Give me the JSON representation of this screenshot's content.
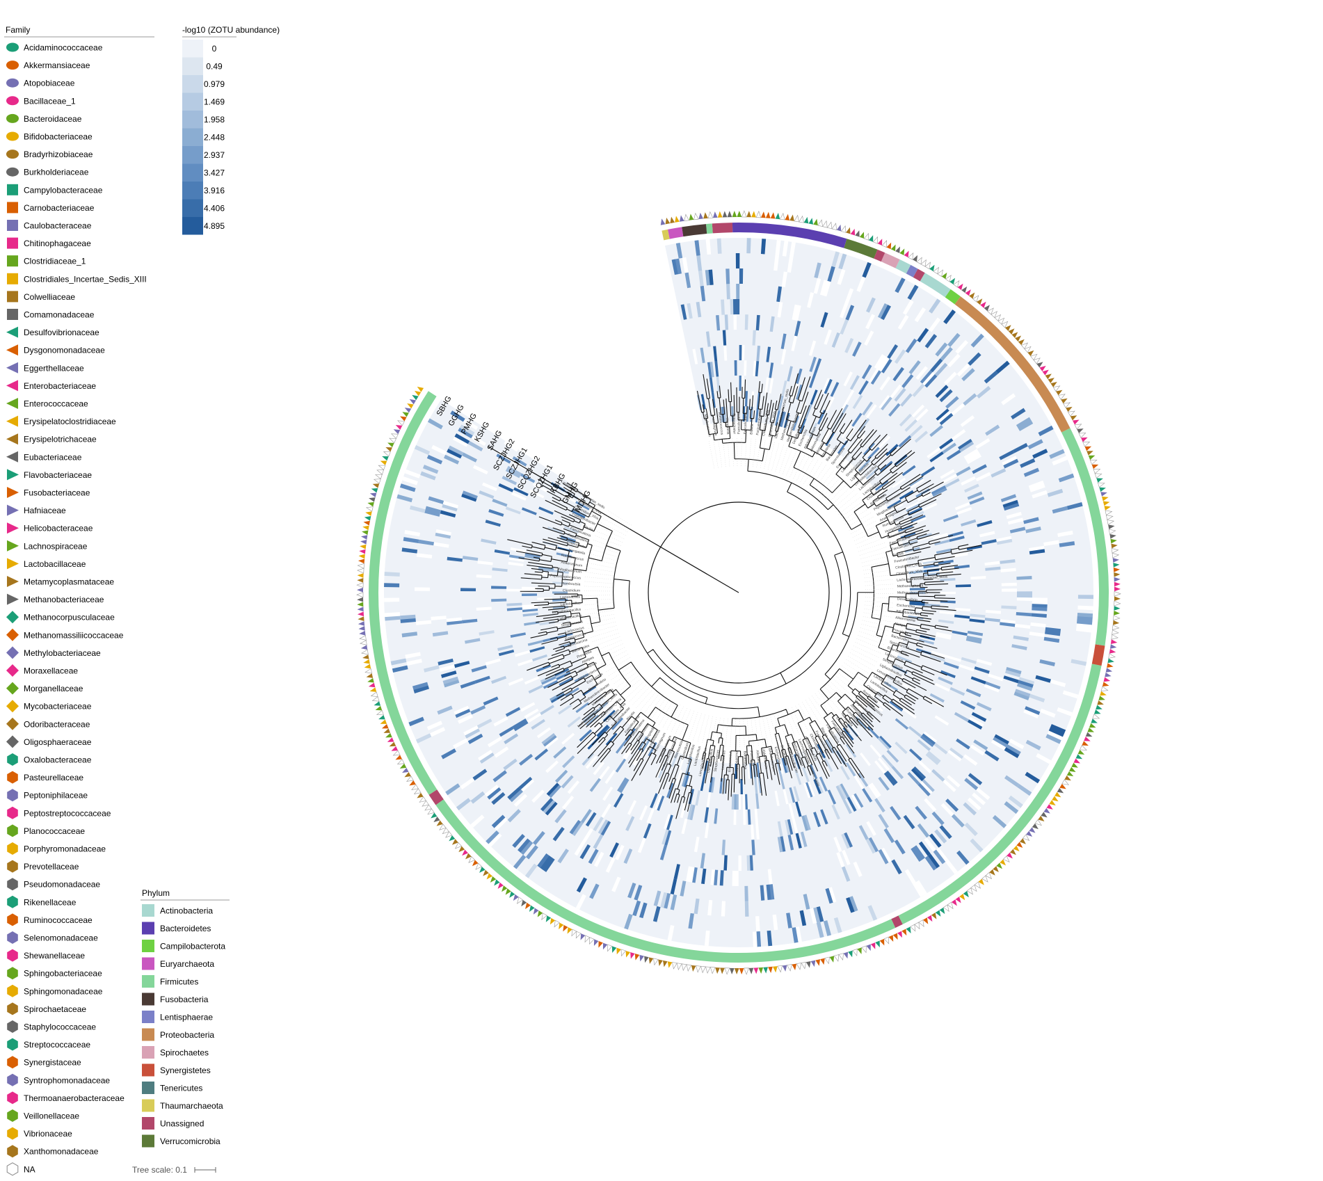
{
  "family_legend": {
    "title": "Family",
    "items": [
      {
        "name": "Acidaminococcaceae",
        "color": "#1b9e77",
        "shape": "ellipse"
      },
      {
        "name": "Akkermansiaceae",
        "color": "#d95f02",
        "shape": "ellipse"
      },
      {
        "name": "Atopobiaceae",
        "color": "#7570b3",
        "shape": "ellipse"
      },
      {
        "name": "Bacillaceae_1",
        "color": "#e7298a",
        "shape": "ellipse"
      },
      {
        "name": "Bacteroidaceae",
        "color": "#66a61e",
        "shape": "ellipse"
      },
      {
        "name": "Bifidobacteriaceae",
        "color": "#e6ab02",
        "shape": "ellipse"
      },
      {
        "name": "Bradyrhizobiaceae",
        "color": "#a6761d",
        "shape": "ellipse"
      },
      {
        "name": "Burkholderiaceae",
        "color": "#666666",
        "shape": "ellipse"
      },
      {
        "name": "Campylobacteraceae",
        "color": "#1b9e77",
        "shape": "square"
      },
      {
        "name": "Carnobacteriaceae",
        "color": "#d95f02",
        "shape": "square"
      },
      {
        "name": "Caulobacteraceae",
        "color": "#7570b3",
        "shape": "square"
      },
      {
        "name": "Chitinophagaceae",
        "color": "#e7298a",
        "shape": "square"
      },
      {
        "name": "Clostridiaceae_1",
        "color": "#66a61e",
        "shape": "square"
      },
      {
        "name": "Clostridiales_Incertae_Sedis_XIII",
        "color": "#e6ab02",
        "shape": "square"
      },
      {
        "name": "Colwelliaceae",
        "color": "#a6761d",
        "shape": "square"
      },
      {
        "name": "Comamonadaceae",
        "color": "#666666",
        "shape": "square"
      },
      {
        "name": "Desulfovibrionaceae",
        "color": "#1b9e77",
        "shape": "triangle-left"
      },
      {
        "name": "Dysgonomonadaceae",
        "color": "#d95f02",
        "shape": "triangle-left"
      },
      {
        "name": "Eggerthellaceae",
        "color": "#7570b3",
        "shape": "triangle-left"
      },
      {
        "name": "Enterobacteriaceae",
        "color": "#e7298a",
        "shape": "triangle-left"
      },
      {
        "name": "Enterococcaceae",
        "color": "#66a61e",
        "shape": "triangle-left"
      },
      {
        "name": "Erysipelatoclostridiaceae",
        "color": "#e6ab02",
        "shape": "triangle-left"
      },
      {
        "name": "Erysipelotrichaceae",
        "color": "#a6761d",
        "shape": "triangle-left"
      },
      {
        "name": "Eubacteriaceae",
        "color": "#666666",
        "shape": "triangle-left"
      },
      {
        "name": "Flavobacteriaceae",
        "color": "#1b9e77",
        "shape": "triangle-right"
      },
      {
        "name": "Fusobacteriaceae",
        "color": "#d95f02",
        "shape": "triangle-right"
      },
      {
        "name": "Hafniaceae",
        "color": "#7570b3",
        "shape": "triangle-right"
      },
      {
        "name": "Helicobacteraceae",
        "color": "#e7298a",
        "shape": "triangle-right"
      },
      {
        "name": "Lachnospiraceae",
        "color": "#66a61e",
        "shape": "triangle-right"
      },
      {
        "name": "Lactobacillaceae",
        "color": "#e6ab02",
        "shape": "triangle-right"
      },
      {
        "name": "Metamycoplasmataceae",
        "color": "#a6761d",
        "shape": "triangle-right"
      },
      {
        "name": "Methanobacteriaceae",
        "color": "#666666",
        "shape": "triangle-right"
      },
      {
        "name": "Methanocorpusculaceae",
        "color": "#1b9e77",
        "shape": "diamond"
      },
      {
        "name": "Methanomassiliicoccaceae",
        "color": "#d95f02",
        "shape": "diamond"
      },
      {
        "name": "Methylobacteriaceae",
        "color": "#7570b3",
        "shape": "diamond"
      },
      {
        "name": "Moraxellaceae",
        "color": "#e7298a",
        "shape": "diamond"
      },
      {
        "name": "Morganellaceae",
        "color": "#66a61e",
        "shape": "diamond"
      },
      {
        "name": "Mycobacteriaceae",
        "color": "#e6ab02",
        "shape": "diamond"
      },
      {
        "name": "Odoribacteraceae",
        "color": "#a6761d",
        "shape": "diamond"
      },
      {
        "name": "Oligosphaeraceae",
        "color": "#666666",
        "shape": "diamond"
      },
      {
        "name": "Oxalobacteraceae",
        "color": "#1b9e77",
        "shape": "hexagon"
      },
      {
        "name": "Pasteurellaceae",
        "color": "#d95f02",
        "shape": "hexagon"
      },
      {
        "name": "Peptoniphilaceae",
        "color": "#7570b3",
        "shape": "hexagon"
      },
      {
        "name": "Peptostreptococcaceae",
        "color": "#e7298a",
        "shape": "hexagon"
      },
      {
        "name": "Planococcaceae",
        "color": "#66a61e",
        "shape": "hexagon"
      },
      {
        "name": "Porphyromonadaceae",
        "color": "#e6ab02",
        "shape": "hexagon"
      },
      {
        "name": "Prevotellaceae",
        "color": "#a6761d",
        "shape": "hexagon"
      },
      {
        "name": "Pseudomonadaceae",
        "color": "#666666",
        "shape": "hexagon"
      },
      {
        "name": "Rikenellaceae",
        "color": "#1b9e77",
        "shape": "hexagon"
      },
      {
        "name": "Ruminococcaceae",
        "color": "#d95f02",
        "shape": "hexagon"
      },
      {
        "name": "Selenomonadaceae",
        "color": "#7570b3",
        "shape": "hexagon"
      },
      {
        "name": "Shewanellaceae",
        "color": "#e7298a",
        "shape": "hexagon"
      },
      {
        "name": "Sphingobacteriaceae",
        "color": "#66a61e",
        "shape": "hexagon"
      },
      {
        "name": "Sphingomonadaceae",
        "color": "#e6ab02",
        "shape": "hexagon"
      },
      {
        "name": "Spirochaetaceae",
        "color": "#a6761d",
        "shape": "hexagon"
      },
      {
        "name": "Staphylococcaceae",
        "color": "#666666",
        "shape": "hexagon"
      },
      {
        "name": "Streptococcaceae",
        "color": "#1b9e77",
        "shape": "hexagon"
      },
      {
        "name": "Synergistaceae",
        "color": "#d95f02",
        "shape": "hexagon"
      },
      {
        "name": "Syntrophomonadaceae",
        "color": "#7570b3",
        "shape": "hexagon"
      },
      {
        "name": "Thermoanaerobacteraceae",
        "color": "#e7298a",
        "shape": "hexagon"
      },
      {
        "name": "Veillonellaceae",
        "color": "#66a61e",
        "shape": "hexagon"
      },
      {
        "name": "Vibrionaceae",
        "color": "#e6ab02",
        "shape": "hexagon"
      },
      {
        "name": "Xanthomonadaceae",
        "color": "#a6761d",
        "shape": "hexagon"
      },
      {
        "name": "NA",
        "color": "#ffffff",
        "shape": "hexagon-outline"
      }
    ]
  },
  "abundance_scale": {
    "title": "-log10 (ZOTU abundance)",
    "values": [
      "0",
      "0.49",
      "0.979",
      "1.469",
      "1.958",
      "2.448",
      "2.937",
      "3.427",
      "3.916",
      "4.406",
      "4.895"
    ],
    "colors": [
      "#eef2f8",
      "#dde6f0",
      "#cad9ea",
      "#b6cbe3",
      "#a1bcdb",
      "#8badd2",
      "#769dca",
      "#618dc1",
      "#4c7db6",
      "#386da9",
      "#245c9c"
    ]
  },
  "phylum_legend": {
    "title": "Phylum",
    "items": [
      {
        "name": "Actinobacteria",
        "color": "#a8d8d0"
      },
      {
        "name": "Bacteroidetes",
        "color": "#5b3fb0"
      },
      {
        "name": "Campilobacterota",
        "color": "#6ed142"
      },
      {
        "name": "Euryarchaeota",
        "color": "#c956c0"
      },
      {
        "name": "Firmicutes",
        "color": "#84d69a"
      },
      {
        "name": "Fusobacteria",
        "color": "#4a3a34"
      },
      {
        "name": "Lentisphaerae",
        "color": "#7b80c8"
      },
      {
        "name": "Proteobacteria",
        "color": "#c88a52"
      },
      {
        "name": "Spirochaetes",
        "color": "#d9a2b5"
      },
      {
        "name": "Synergistetes",
        "color": "#c9503a"
      },
      {
        "name": "Tenericutes",
        "color": "#4f7d80"
      },
      {
        "name": "Thaumarchaeota",
        "color": "#d8cc58"
      },
      {
        "name": "Unassigned",
        "color": "#b2476a"
      },
      {
        "name": "Verrucomicrobia",
        "color": "#5c7a38"
      }
    ]
  },
  "ring_labels": [
    "SBHG",
    "GGHG",
    "PMHG",
    "KSHG",
    "SAHG",
    "SCZJHG2",
    "SCZJHG1",
    "SCQZHG2",
    "SCQZHG1",
    "KBHG",
    "GMHG",
    "MDHG"
  ],
  "tree_scale": {
    "label": "Tree scale: 0.1"
  },
  "leaf_labels": [
    "Lachnospiraceae_incertae_sedis",
    "Clostridium_XlVa",
    "Clostridium_XlVa",
    "Fusicatenibacter",
    "Blautia",
    "Faecalicatena",
    "Faecalicatena",
    "Enterocloster",
    "Hungatella",
    "Ruminococcus",
    "Anaerotignum",
    "Mogibacterium",
    "Peptostreptococcus",
    "Romboutsia",
    "Clostridium",
    "Lactobacillus",
    "Lactobacillus",
    "Limosilactobacillus",
    "Ligilactobacillus",
    "Streptococcus",
    "Lactococcus",
    "Enterococcus",
    "Sporosarcina",
    "Bacteroides",
    "Prevotella",
    "Alistipes",
    "Akkermansia",
    "Bifidobacterium",
    "Escherichia",
    "Desulfovibrio",
    "Methanobrevibacter",
    "Methanosphaera"
  ]
}
